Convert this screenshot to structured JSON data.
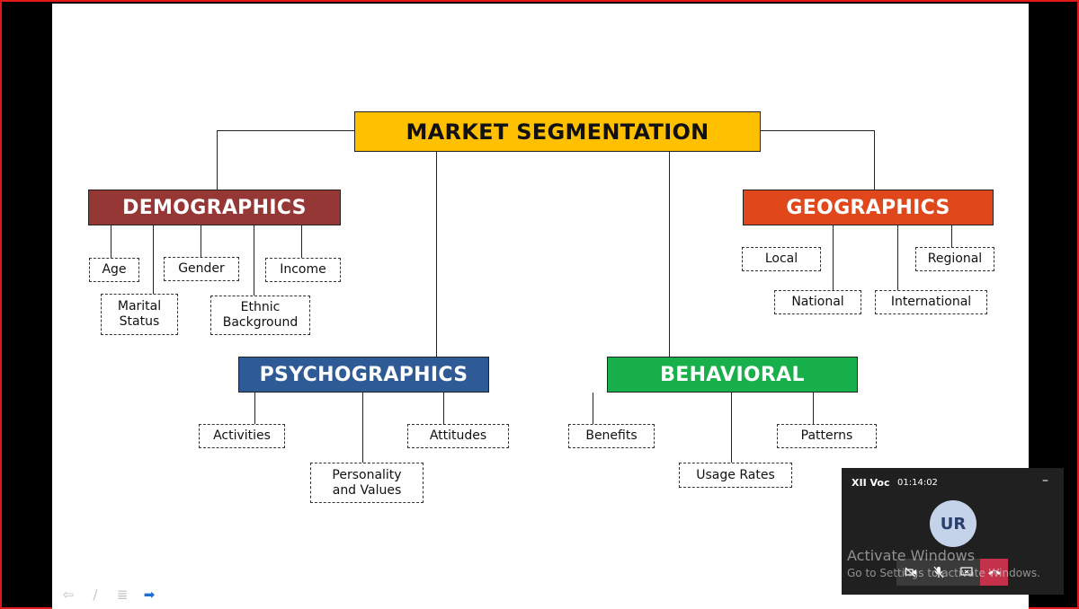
{
  "diagram": {
    "title": "MARKET SEGMENTATION",
    "categories": {
      "demographics": {
        "label": "DEMOGRAPHICS",
        "color": "#953735"
      },
      "geographics": {
        "label": "GEOGRAPHICS",
        "color": "#e0471b"
      },
      "psychographics": {
        "label": "PSYCHOGRAPHICS",
        "color": "#2e5a96"
      },
      "behavioral": {
        "label": "BEHAVIORAL",
        "color": "#17b04b"
      }
    },
    "title_color": "#ffc000",
    "items": {
      "age": "Age",
      "gender": "Gender",
      "income": "Income",
      "marital_status": "Marital\nStatus",
      "ethnic_background": "Ethnic\nBackground",
      "local": "Local",
      "regional": "Regional",
      "national": "National",
      "international": "International",
      "activities": "Activities",
      "attitudes": "Attitudes",
      "personality_values": "Personality\nand Values",
      "benefits": "Benefits",
      "patterns": "Patterns",
      "usage_rates": "Usage Rates"
    }
  },
  "toolbar": {
    "icons": [
      "back-arrow-icon",
      "pen-icon",
      "menu-icon",
      "forward-arrow-icon"
    ],
    "active_color": "#1f6fd1"
  },
  "call": {
    "name": "XII Voc",
    "time": "01:14:02",
    "minimize": "–",
    "avatar_initials": "UR",
    "controls": [
      "camera-off-icon",
      "mic-off-icon",
      "share-screen-icon",
      "hang-up-icon"
    ],
    "end_color": "#c4314b"
  },
  "watermark": {
    "line1": "Activate Windows",
    "line2": "Go to Settings to activate Windows."
  }
}
